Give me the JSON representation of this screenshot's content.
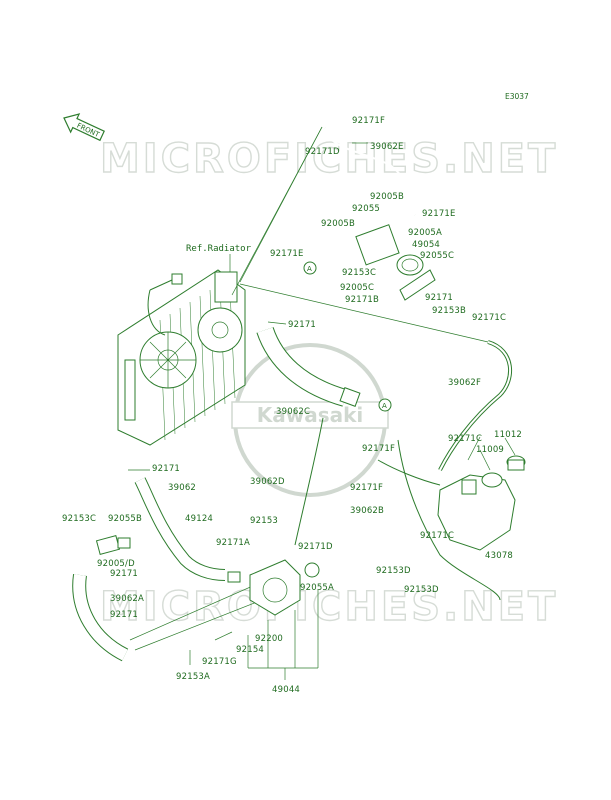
{
  "diagram": {
    "code": "E3037",
    "front_label": "FRONT",
    "ref_label": "Ref.Radiator",
    "watermark_text": "MICROFICHES.NET",
    "watermark_logo": "Kawasaki",
    "parts": [
      "92171F",
      "92171D",
      "39062E",
      "92005B",
      "92055",
      "92171E",
      "92005B",
      "92005A",
      "92171E",
      "49054",
      "92153C",
      "92055C",
      "92005C",
      "92171",
      "92171B",
      "92153B",
      "92171",
      "92171C",
      "39062F",
      "39062C",
      "92171F",
      "92171C",
      "11012",
      "11009",
      "39062D",
      "92171F",
      "92171",
      "39062",
      "39062B",
      "92171C",
      "43078",
      "92153D",
      "92153D",
      "92153C",
      "92055B",
      "49124",
      "92153",
      "92171A",
      "92171D",
      "92005/D",
      "92171",
      "39062A",
      "92055A",
      "92171",
      "92200",
      "92154",
      "92171G",
      "92153A",
      "49044"
    ]
  }
}
